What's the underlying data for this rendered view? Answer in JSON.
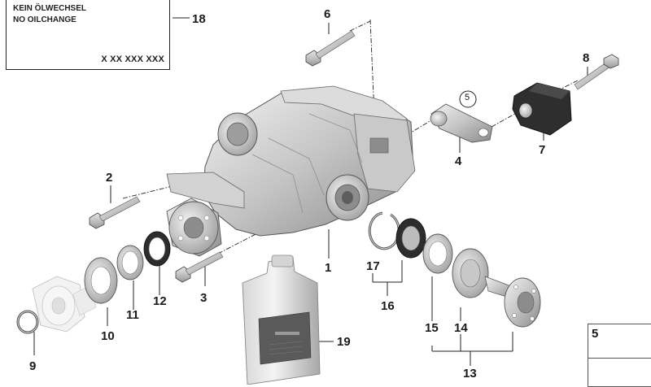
{
  "label": {
    "line1": "KEIN ÖLWECHSEL",
    "line2": "NO OILCHANGE",
    "code": "X XX XXX XXX"
  },
  "callouts": {
    "n1": "1",
    "n2": "2",
    "n3": "3",
    "n4": "4",
    "n5": "5",
    "n6": "6",
    "n7": "7",
    "n8": "8",
    "n9": "9",
    "n10": "10",
    "n11": "11",
    "n12": "12",
    "n13": "13",
    "n14": "14",
    "n15": "15",
    "n16": "16",
    "n17": "17",
    "n18": "18",
    "n19": "19"
  },
  "legend": {
    "item": "5"
  },
  "colors": {
    "part_light": "#e4e4e4",
    "part_mid": "#b8b8b8",
    "part_dark": "#6e6e6e",
    "line": "#222222",
    "rubber": "#2b2b2b"
  }
}
